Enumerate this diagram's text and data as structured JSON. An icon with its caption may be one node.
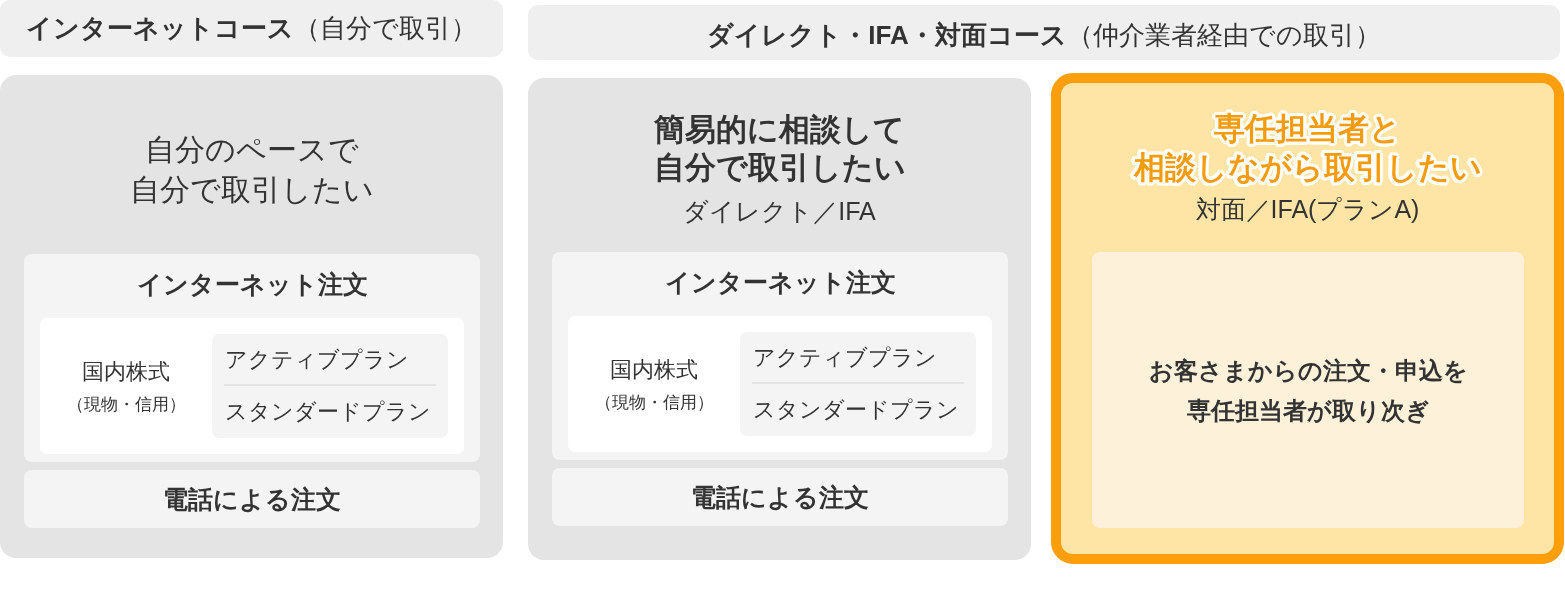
{
  "diagram": {
    "nodes": [
      {
        "text": [
          "**インターネットコース**（自分で取引）"
        ]
      },
      {
        "text": [
          "**ダイレクト・IFA・対面コース**（仲介業者経由での取引）"
        ]
      },
      {
        "text": [
          "自分のペースで自分で取引したい"
        ]
      },
      {
        "text": [
          "インターネット注文"
        ],
        "in": 2
      },
      {
        "text": [
          "国内株式",
          "（現物・信用）"
        ],
        "in": 3
      },
      {
        "text": [
          "アクティブプラン",
          "スタンダードプラン"
        ],
        "in": 4
      },
      {
        "text": [
          "電話による注文"
        ],
        "in": 2
      },
      {
        "text": [
          "簡易的に相談して自分で取引したい",
          "ダイレクト／IFA"
        ]
      },
      {
        "text": [
          "インターネット注文"
        ],
        "in": 7
      },
      {
        "text": [
          "国内株式",
          "（現物・信用）"
        ],
        "in": 8
      },
      {
        "text": [
          "アクティブプラン",
          "スタンダードプラン"
        ],
        "in": 9
      },
      {
        "text": [
          "電話による注文"
        ],
        "in": 7
      },
      {
        "text": [
          "専任担当者と相談しながら取引したい",
          "対面／IFA(プランA)"
        ]
      },
      {
        "text": [
          "お客さまからの注文・申込を専任担当者が取り次ぎ"
        ],
        "in": 12
      }
    ]
  }
}
